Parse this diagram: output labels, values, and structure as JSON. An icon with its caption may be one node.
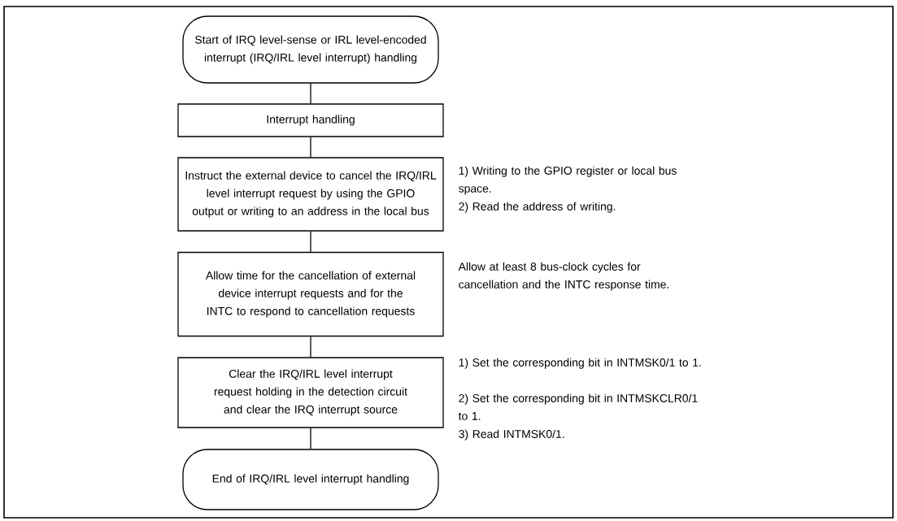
{
  "diagram": {
    "nodes": [
      {
        "text": [
          "Start of IRQ level-sense or IRL level-encoded interrupt (IRQ/IRL level interrupt) handling"
        ]
      },
      {
        "text": [
          "Interrupt handling"
        ]
      },
      {
        "text": [
          "Instruct the external device to cancel the IRQ/IRL level interrupt request by using the GPIO output or writing to an address in the local bus"
        ],
        "beside": [
          "1) Writing to the GPIO register or local bus space.",
          "2) Read the address of writing."
        ]
      },
      {
        "text": [
          "Allow time for the cancellation of external device interrupt requests and for the INTC to respond to cancellation requests"
        ],
        "beside": [
          "Allow at least 8 bus-clock cycles for cancellation and the INTC response time."
        ]
      },
      {
        "text": [
          "Clear the IRQ/IRL level interrupt request holding in the detection circuit and clear the IRQ interrupt source"
        ],
        "beside": [
          "1) Set the corresponding bit in INTMSK0/1 to 1.",
          "2) Set the corresponding bit in INTMSKCLR0/1 to 1.",
          "3) Read INTMSK0/1."
        ]
      },
      {
        "text": [
          "End of IRQ/IRL level interrupt handling"
        ]
      }
    ],
    "edges": [
      {
        "from": 0,
        "to": 1,
        "arrow": "none"
      },
      {
        "from": 1,
        "to": 2,
        "arrow": "none"
      },
      {
        "from": 2,
        "to": 3,
        "arrow": "none"
      },
      {
        "from": 3,
        "to": 4,
        "arrow": "none"
      },
      {
        "from": 4,
        "to": 5,
        "arrow": "none"
      }
    ]
  }
}
